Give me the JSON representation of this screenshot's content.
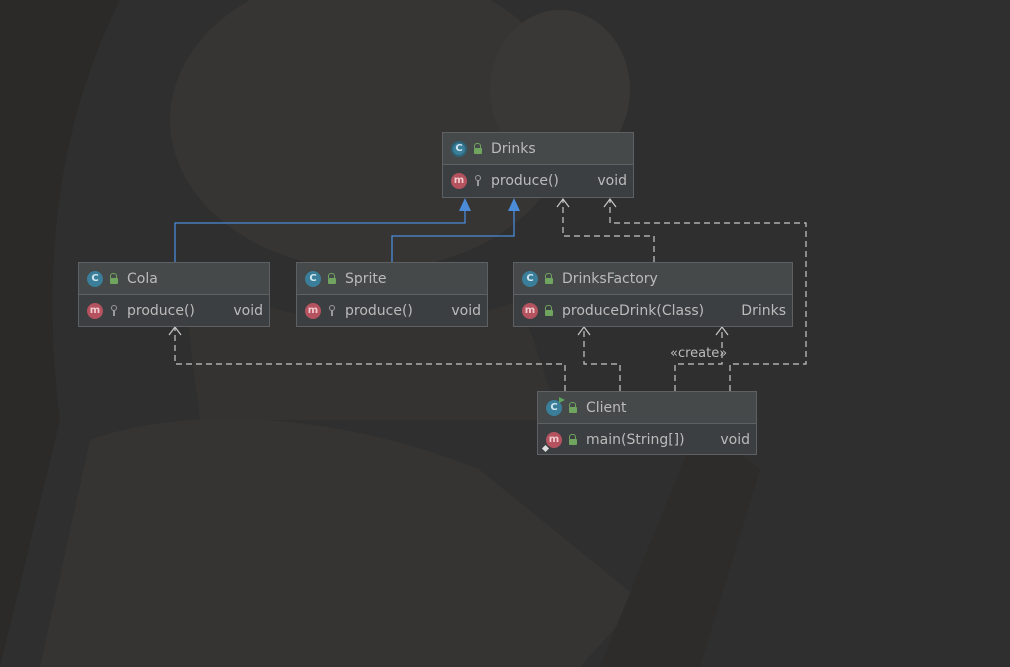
{
  "diagram": {
    "classes": [
      {
        "id": "drinks",
        "icon": "abstract-class-icon",
        "glyph": "C",
        "visibility": "public",
        "name": "Drinks",
        "methods": [
          {
            "icon": "method-icon",
            "visibility": "package",
            "name": "produce()",
            "type": "void"
          }
        ]
      },
      {
        "id": "cola",
        "icon": "class-icon",
        "glyph": "C",
        "visibility": "public",
        "name": "Cola",
        "methods": [
          {
            "icon": "method-icon",
            "visibility": "package",
            "name": "produce()",
            "type": "void"
          }
        ]
      },
      {
        "id": "sprite",
        "icon": "class-icon",
        "glyph": "C",
        "visibility": "public",
        "name": "Sprite",
        "methods": [
          {
            "icon": "method-icon",
            "visibility": "package",
            "name": "produce()",
            "type": "void"
          }
        ]
      },
      {
        "id": "drinks-factory",
        "icon": "class-icon",
        "glyph": "C",
        "visibility": "public",
        "name": "DrinksFactory",
        "methods": [
          {
            "icon": "method-icon",
            "visibility": "public",
            "name": "produceDrink(Class)",
            "type": "Drinks"
          }
        ]
      },
      {
        "id": "client",
        "icon": "runnable-class-icon",
        "glyph": "C",
        "visibility": "public",
        "name": "Client",
        "methods": [
          {
            "icon": "static-method-icon",
            "visibility": "public",
            "name": "main(String[])",
            "type": "void"
          }
        ]
      }
    ],
    "method_glyph": "m",
    "relations": [
      {
        "from": "Cola",
        "to": "Drinks",
        "kind": "extends"
      },
      {
        "from": "Sprite",
        "to": "Drinks",
        "kind": "extends"
      },
      {
        "from": "DrinksFactory",
        "to": "Drinks",
        "kind": "dependency"
      },
      {
        "from": "Client",
        "to": "Cola",
        "kind": "dependency"
      },
      {
        "from": "Client",
        "to": "DrinksFactory",
        "kind": "dependency"
      },
      {
        "from": "Client",
        "to": "DrinksFactory",
        "kind": "create"
      },
      {
        "from": "Client",
        "to": "Drinks",
        "kind": "dependency"
      }
    ],
    "create_label": "«create»"
  },
  "colors": {
    "background": "#2f2f2f",
    "node_fill": "#3c3f41",
    "node_header": "#45494a",
    "text": "#bbbbbb",
    "inheritance_line": "#4b8bd8",
    "dependency_line": "#c8c8c8"
  }
}
